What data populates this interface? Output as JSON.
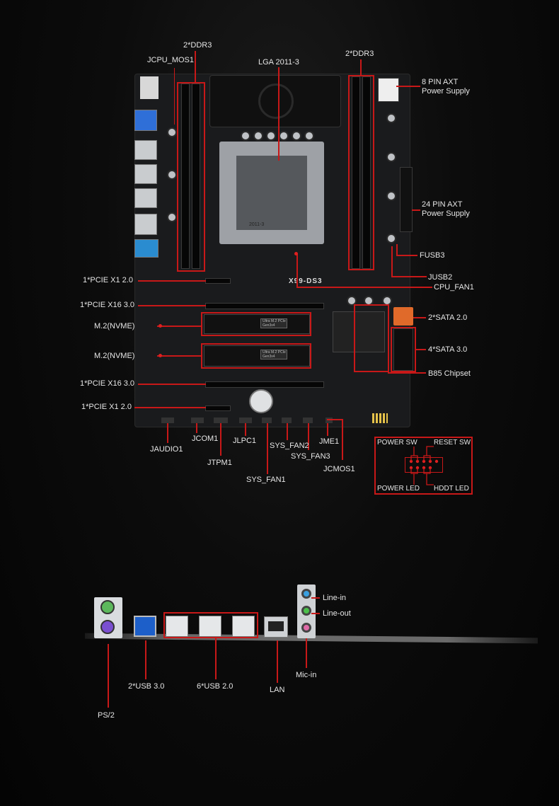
{
  "colors": {
    "accent": "#c81818",
    "background": "#050505",
    "text": "#e6e6e6",
    "sata2": "#e06a2a"
  },
  "board": {
    "model": "X99-DS3",
    "socket_text": "2011-3",
    "m2_chip_text": "Ultra M.2 PCIe Gen3x4"
  },
  "labels": {
    "ddr3_left": "2*DDR3",
    "jcpu_mos1": "JCPU_MOS1",
    "lga": "LGA 2011-3",
    "ddr3_right": "2*DDR3",
    "pin8_line1": "8 PIN AXT",
    "pin8_line2": "Power Supply",
    "pin24_line1": "24 PIN AXT",
    "pin24_line2": "Power Supply",
    "fusb3": "FUSB3",
    "jusb2": "JUSB2",
    "cpu_fan1": "CPU_FAN1",
    "pcie_x1_top": "1*PCIE X1 2.0",
    "pcie_x16_top": "1*PCIE X16 3.0",
    "m2_top": "M.2(NVME)",
    "m2_bottom": "M.2(NVME)",
    "pcie_x16_bottom": "1*PCIE X16 3.0",
    "pcie_x1_bottom": "1*PCIE X1 2.0",
    "sata2": "2*SATA 2.0",
    "sata3": "4*SATA 3.0",
    "b85": "B85 Chipset",
    "jaudio1": "JAUDIO1",
    "jcom1": "JCOM1",
    "jtpm1": "JTPM1",
    "jlpc1": "JLPC1",
    "sys_fan2": "SYS_FAN2",
    "sys_fan3": "SYS_FAN3",
    "sys_fan1": "SYS_FAN1",
    "jme1": "JME1",
    "jcmos1": "JCMOS1"
  },
  "panel": {
    "power_sw": "POWER SW",
    "reset_sw": "RESET SW",
    "power_led": "POWER LED",
    "hddt_led": "HDDT LED"
  },
  "rear_io": {
    "line_in": "Line-in",
    "line_out": "Line-out",
    "mic_in": "Mic-in",
    "ps2": "PS/2",
    "usb3": "2*USB 3.0",
    "usb2": "6*USB 2.0",
    "lan": "LAN"
  }
}
